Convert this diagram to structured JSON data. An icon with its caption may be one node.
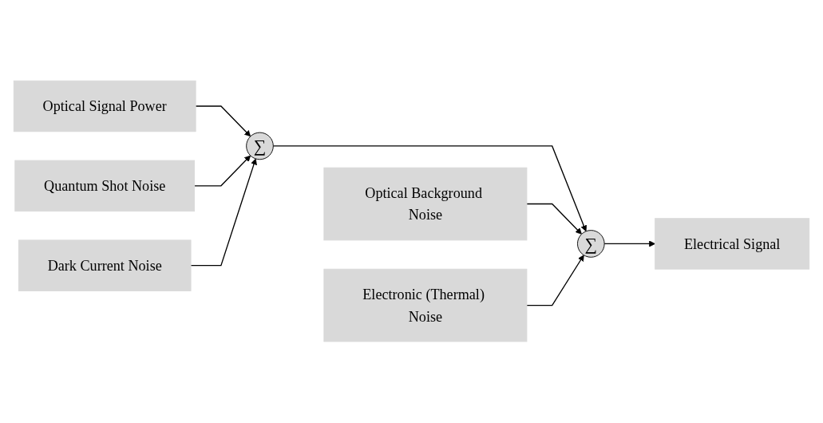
{
  "diagram": {
    "nodes": [
      {
        "text": [
          "Quantum Shot Noise"
        ]
      },
      {
        "text": [
          "Optical Background Noise"
        ]
      },
      {
        "text": [
          "Optical Signal Power"
        ]
      },
      {
        "text": [
          "∑"
        ]
      },
      {
        "text": [
          "∑"
        ]
      },
      {
        "text": [
          "Electrical Signal"
        ]
      },
      {
        "text": [
          "Dark Current Noise"
        ]
      },
      {
        "text": [
          "Electronic (Thermal) Noise"
        ]
      }
    ],
    "edges": [
      {
        "from": 2,
        "to": 3,
        "arrow": "to"
      },
      {
        "from": 0,
        "to": 3,
        "arrow": "to"
      },
      {
        "from": 6,
        "to": 3,
        "arrow": "to"
      },
      {
        "from": 3,
        "to": 4,
        "arrow": "to"
      },
      {
        "from": 1,
        "to": 4,
        "arrow": "to"
      },
      {
        "from": 7,
        "to": 4,
        "arrow": "to"
      },
      {
        "from": 4,
        "to": 5,
        "arrow": "to"
      }
    ]
  }
}
